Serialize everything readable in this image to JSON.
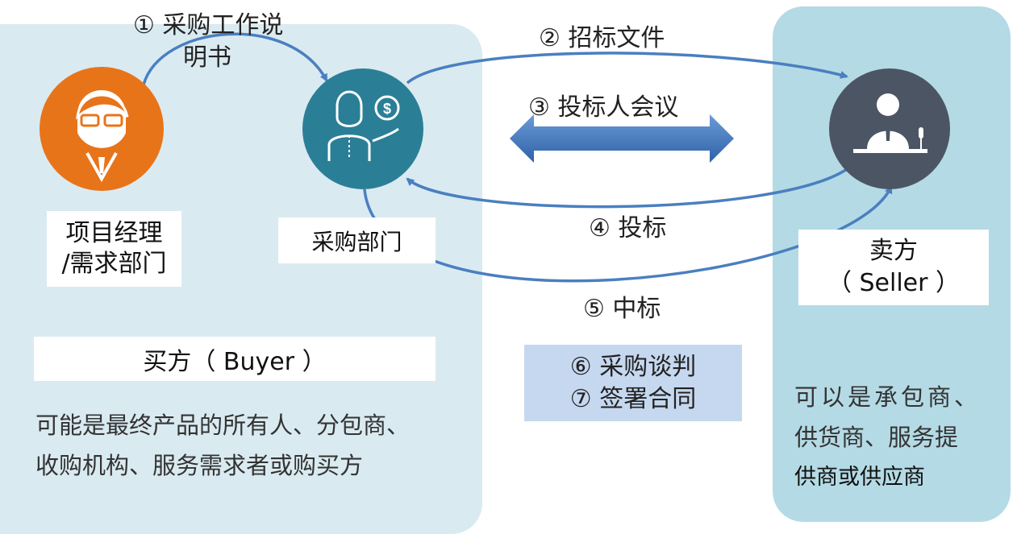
{
  "steps": {
    "s1_line1": "①  采购工作说",
    "s1_line2": "明书",
    "s2": "②  招标文件",
    "s3": "③  投标人会议",
    "s4": "④  投标",
    "s5": "⑤  中标"
  },
  "labels": {
    "pm_line1": "项目经理",
    "pm_line2": "/需求部门",
    "procurement": "采购部门",
    "seller_line1": "卖方",
    "seller_line2": "（ Seller ）",
    "buyer": "买方（ Buyer ）"
  },
  "negotiation": {
    "line1": "⑥  采购谈判",
    "line2": "⑦  签署合同"
  },
  "descriptions": {
    "buyer_line1": "可能是最终产品的所有人、分包商、",
    "buyer_line2": "收购机构、服务需求者或购买方",
    "seller_line1": "可以是承包商、",
    "seller_line2": "供货商、服务提",
    "seller_line3": "供商或供应商"
  },
  "icons": {
    "pm": "manager-avatar-icon",
    "procurement": "procurement-staff-icon",
    "seller": "seller-presenter-icon"
  },
  "colors": {
    "buyer_panel": "#daeaf1",
    "seller_panel": "#b4dae5",
    "pm_circle": "#e8741a",
    "procurement_circle": "#2a7f96",
    "seller_circle": "#4c5563",
    "arrow": "#4a7fc0",
    "negotiation_box": "#c6d8ef"
  }
}
